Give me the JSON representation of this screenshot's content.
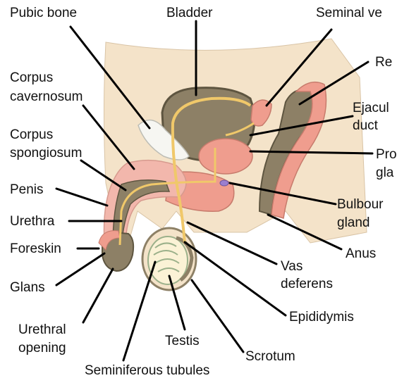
{
  "labels": {
    "pubic_bone": "Pubic bone",
    "bladder": "Bladder",
    "seminal_vesicle": "Seminal ve",
    "rectum": "Re",
    "corpus_cavernosum_1": "Corpus",
    "corpus_cavernosum_2": "cavernosum",
    "ejaculatory_duct_1": "Ejacul",
    "ejaculatory_duct_2": "duct",
    "corpus_spongiosum_1": "Corpus",
    "corpus_spongiosum_2": "spongiosum",
    "prostate_gland_1": "Pro",
    "prostate_gland_2": "gla",
    "penis": "Penis",
    "bulbourethral_gland_1": "Bulbour",
    "bulbourethral_gland_2": "gland",
    "urethra": "Urethra",
    "foreskin": "Foreskin",
    "anus": "Anus",
    "vas_deferens_1": "Vas",
    "vas_deferens_2": "deferens",
    "glans": "Glans",
    "epididymis": "Epididymis",
    "urethral_opening_1": "Urethral",
    "urethral_opening_2": "opening",
    "testis": "Testis",
    "scrotum": "Scrotum",
    "seminiferous_tubules": "Seminiferous tubules"
  },
  "colors": {
    "skin": "#f4e3c9",
    "tissue_pink": "#ef9d8e",
    "penis_pink": "#f2b7ac",
    "organ_gray": "#8d8066",
    "organ_gray_dark": "#5e5540",
    "duct_yellow": "#f0c86a",
    "bone_white": "#f6f6f2",
    "gland_purple": "#9b7fcf",
    "testis_cream": "#fbf2d6",
    "tubule_green": "#9bb08a"
  }
}
